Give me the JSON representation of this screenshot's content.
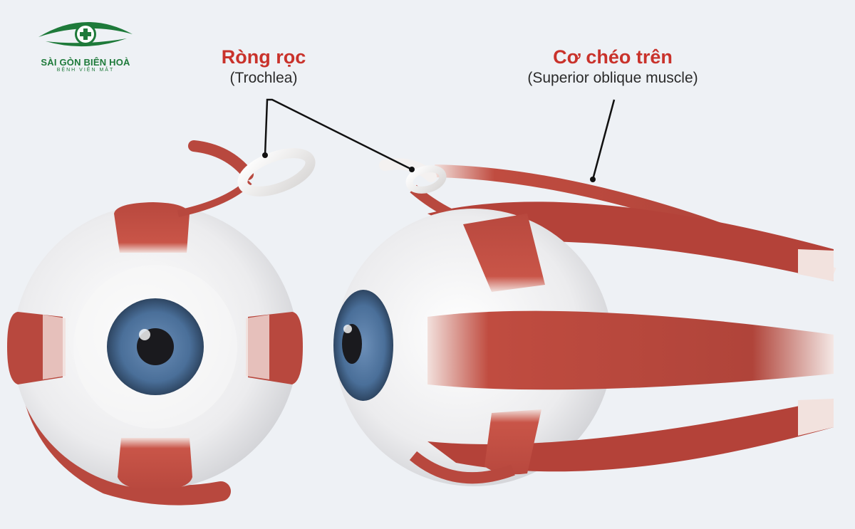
{
  "logo": {
    "name": "SÀI GÒN BIÊN HOÀ",
    "subtitle": "BỆNH VIỆN MẮT"
  },
  "labels": {
    "trochlea_vi": "Ròng rọc",
    "trochlea_en": "(Trochlea)",
    "oblique_vi": "Cơ chéo trên",
    "oblique_en": "(Superior oblique muscle)"
  },
  "colors": {
    "accent_red": "#c9322b",
    "muscle": "#b8483e",
    "sclera": "#e8e8ea",
    "iris": "#4a6f99",
    "logo_green": "#1e7a3a",
    "background": "#eef1f5"
  }
}
